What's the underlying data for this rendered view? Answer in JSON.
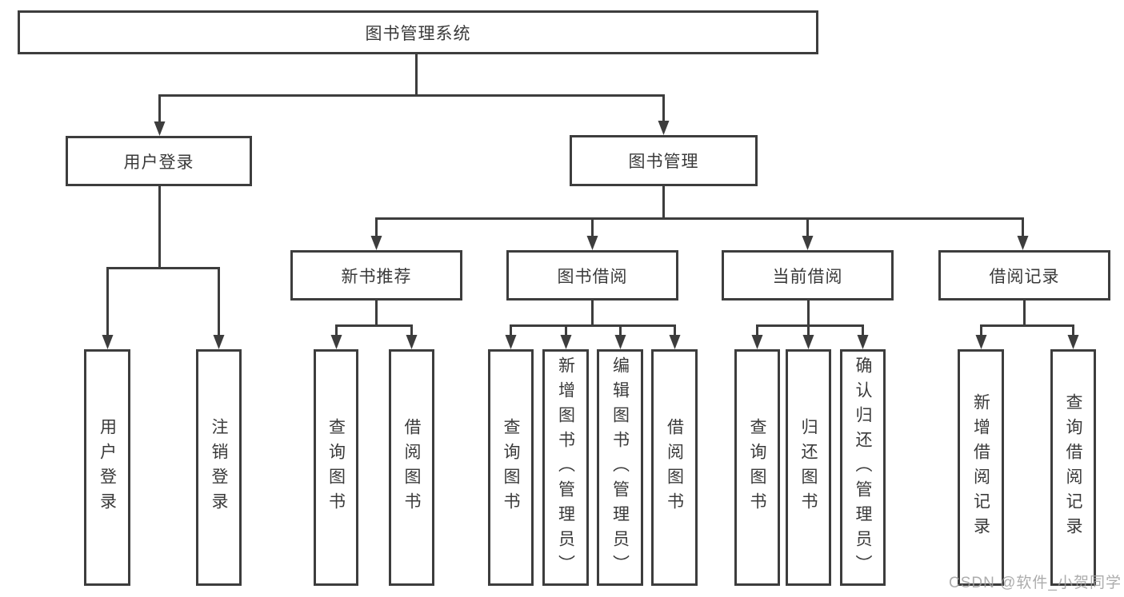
{
  "diagram": {
    "title": "图书管理系统",
    "nodes": {
      "root": "图书管理系统",
      "level2": [
        "用户登录",
        "图书管理"
      ],
      "level3": [
        "新书推荐",
        "图书借阅",
        "当前借阅",
        "借阅记录"
      ],
      "leaves_user_login": [
        "用户登录",
        "注销登录"
      ],
      "leaves_new_book": [
        "查询图书",
        "借阅图书"
      ],
      "leaves_book_borrow": [
        "查询图书",
        "新增图书（管理员）",
        "编辑图书（管理员）",
        "借阅图书"
      ],
      "leaves_current_borrow": [
        "查询图书",
        "归还图书",
        "确认归还（管理员）"
      ],
      "leaves_borrow_record": [
        "新增借阅记录",
        "查询借阅记录"
      ]
    }
  },
  "watermark": {
    "text": "CSDN @软件_小贺同学"
  },
  "colors": {
    "line": "#3d3d3d",
    "box_border": "#3d3d3d",
    "text": "#3a3a3a",
    "background": "#ffffff",
    "watermark": "#9e9e9e"
  }
}
